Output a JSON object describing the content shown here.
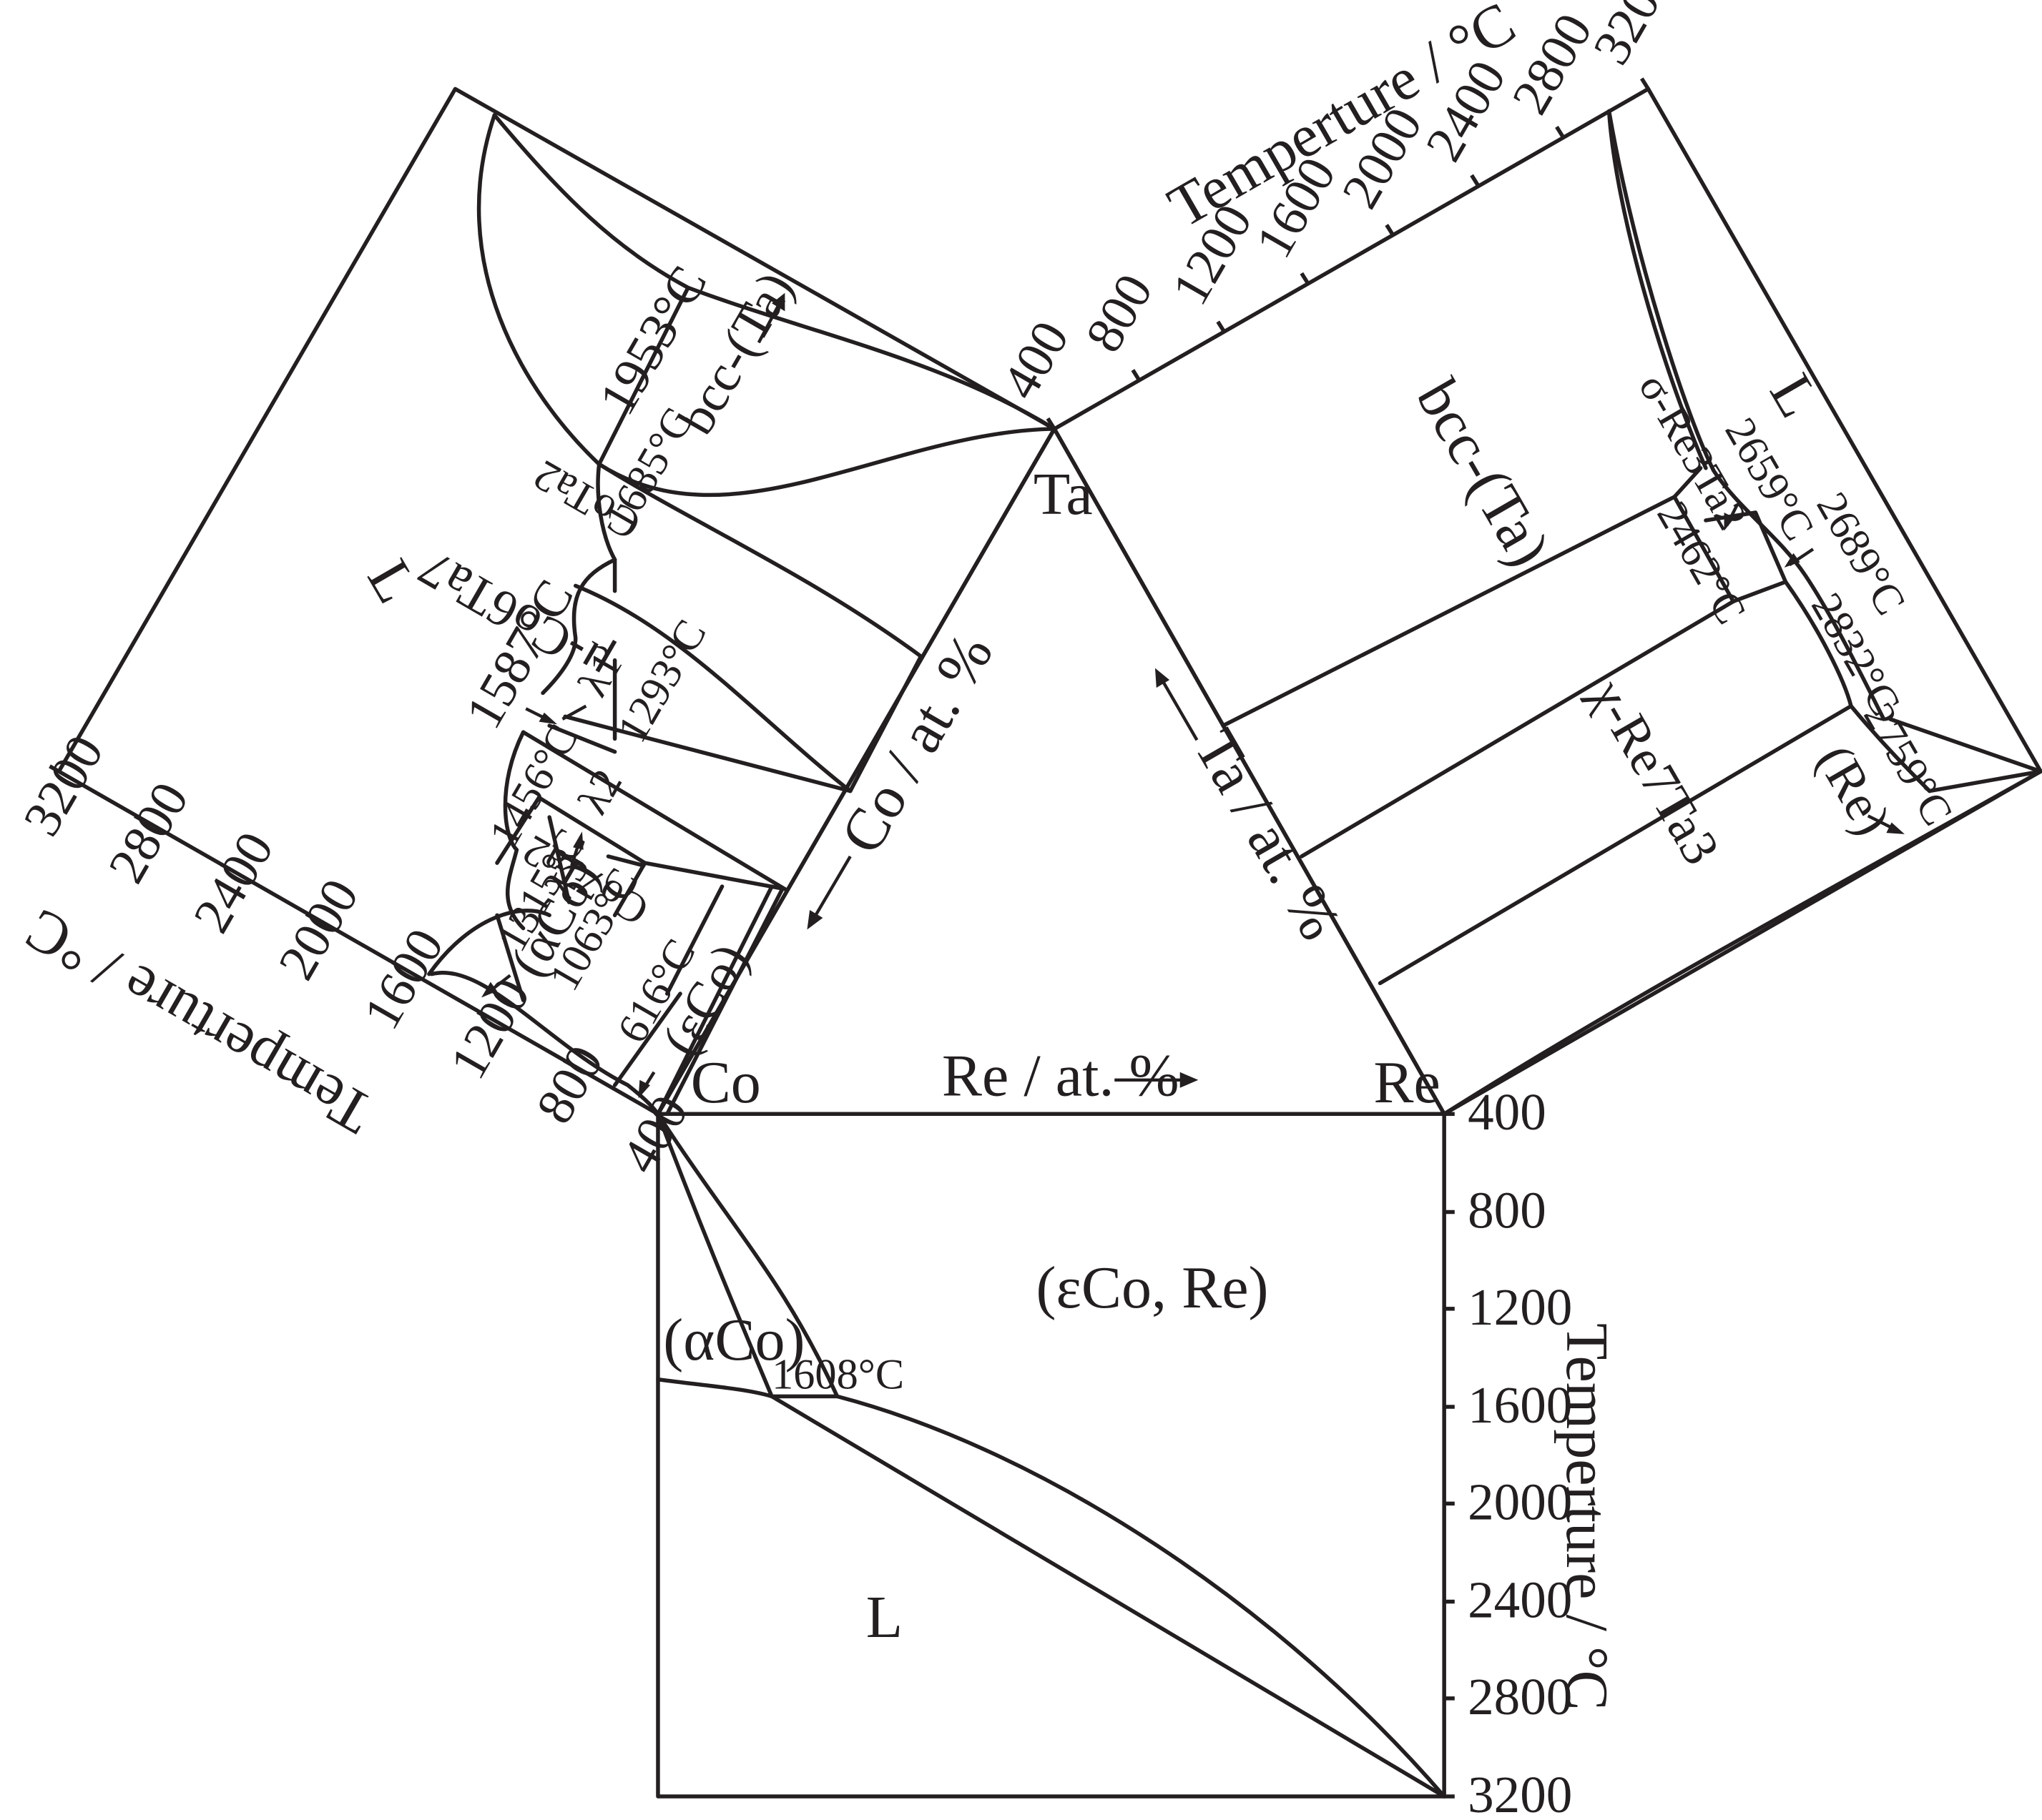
{
  "corners": {
    "ta": "Ta",
    "co": "Co",
    "re": "Re"
  },
  "triangle_axes": {
    "co": "Co / at. %",
    "ta": "Ta / at. %",
    "re": "Re / at. %"
  },
  "axis_title": "Temperture / °C",
  "ticks": [
    "400",
    "800",
    "1200",
    "1600",
    "2000",
    "2400",
    "2800",
    "3200"
  ],
  "left_diagram": {
    "liquid": "L",
    "phases": {
      "bcc": "bcc-(Ta)",
      "cota2": "CoTa2",
      "mu": "μ-Co6Ta7",
      "l1": "λ1",
      "l2": "λ2",
      "l3": "λ3",
      "co7ta2": "Co7Ta2",
      "aco": "(αCo)",
      "eco": "(εCo)"
    },
    "temperatures": {
      "t1953": "1953°C",
      "t1685": "1685°C",
      "t1587": "1587°C",
      "t1293": "1293°C",
      "t1456": "1456°C",
      "t1315": "1315°C",
      "t1063": "1063°C",
      "t616": "616°C"
    }
  },
  "right_diagram": {
    "liquid": "L",
    "phases": {
      "bcc": "bcc-(Ta)",
      "sigma": "σ-Re3Ta2",
      "chi": "χ-Re7Ta3",
      "re": "(Re)"
    },
    "temperatures": {
      "t2659": "2659°C",
      "t2462": "2462°C",
      "t2689": "2689°C",
      "t2832": "2832°C",
      "t2759": "2759°C"
    }
  },
  "bottom_diagram": {
    "liquid": "L",
    "phases": {
      "eco_re": "(εCo, Re)",
      "aco": "(αCo)"
    },
    "temperatures": {
      "t1608": "1608°C"
    }
  }
}
